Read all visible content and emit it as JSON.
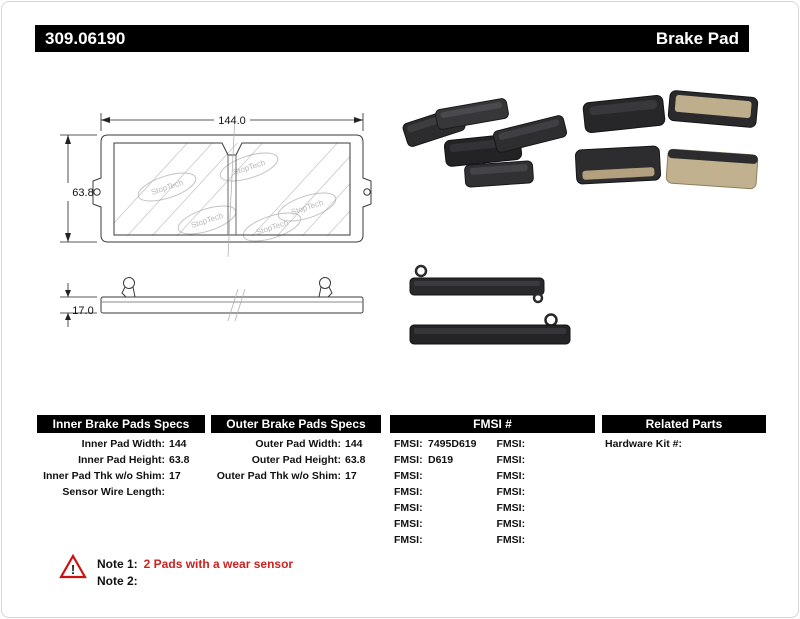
{
  "header": {
    "part_number": "309.06190",
    "product_name": "Brake Pad"
  },
  "drawing": {
    "width_dim": "144.0",
    "height_dim": "63.8",
    "thickness_dim": "17.0",
    "watermark": "StopTech"
  },
  "tables": {
    "inner": {
      "title": "Inner Brake Pads Specs",
      "rows": [
        {
          "label": "Inner Pad Width:",
          "value": "144"
        },
        {
          "label": "Inner Pad Height:",
          "value": "63.8"
        },
        {
          "label": "Inner Pad Thk w/o Shim:",
          "value": "17"
        },
        {
          "label": "Sensor Wire Length:",
          "value": ""
        }
      ]
    },
    "outer": {
      "title": "Outer Brake Pads Specs",
      "rows": [
        {
          "label": "Outer Pad Width:",
          "value": "144"
        },
        {
          "label": "Outer Pad Height:",
          "value": "63.8"
        },
        {
          "label": "Outer Pad Thk w/o Shim:",
          "value": "17"
        }
      ]
    },
    "fmsi": {
      "title": "FMSI #",
      "label": "FMSI:",
      "left_values": [
        "7495D619",
        "D619",
        "",
        "",
        "",
        "",
        ""
      ],
      "right_values": [
        "",
        "",
        "",
        "",
        "",
        "",
        ""
      ]
    },
    "related": {
      "title": "Related Parts",
      "rows": [
        {
          "label": "Hardware Kit #:",
          "value": ""
        }
      ]
    }
  },
  "notes": {
    "warning_icon": "!",
    "note1_label": "Note 1:",
    "note1_text": "2 Pads with a wear sensor",
    "note2_label": "Note 2:",
    "note2_text": ""
  },
  "colors": {
    "accent_red": "#cc2222",
    "bar_black": "#000000"
  }
}
